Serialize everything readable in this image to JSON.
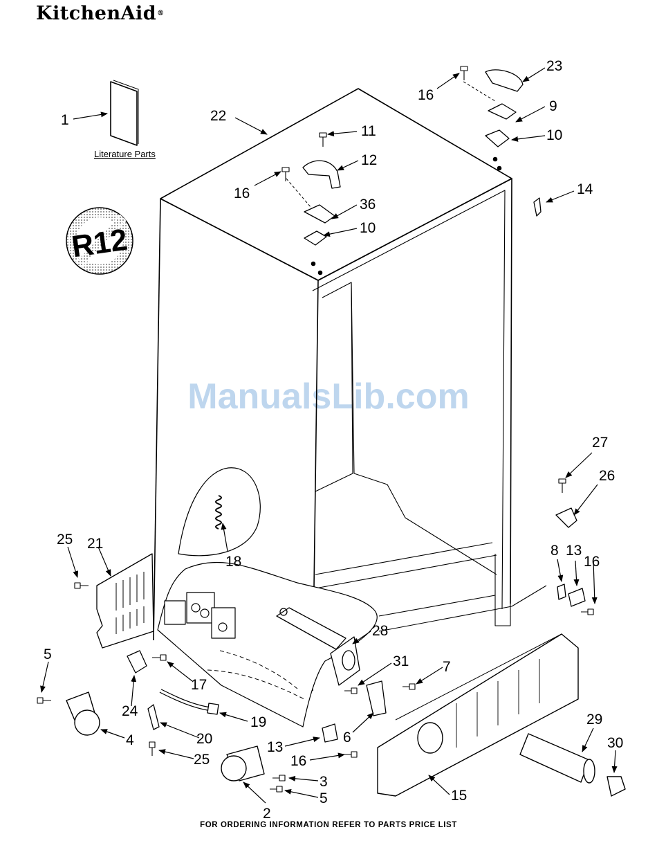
{
  "brand": {
    "name": "KitchenAid",
    "mark": "®"
  },
  "watermark": "ManualsLib.com",
  "literature_label": "Literature Parts",
  "r12_badge": "R12",
  "footer": "FOR ORDERING INFORMATION REFER TO PARTS PRICE LIST",
  "callouts": [
    {
      "id": "lit",
      "label": "1"
    },
    {
      "id": "cab",
      "label": "22"
    },
    {
      "id": "s11",
      "label": "11"
    },
    {
      "id": "c12",
      "label": "12"
    },
    {
      "id": "s16a",
      "label": "16"
    },
    {
      "id": "h36",
      "label": "36"
    },
    {
      "id": "p10a",
      "label": "10"
    },
    {
      "id": "s16b",
      "label": "16"
    },
    {
      "id": "c23",
      "label": "23"
    },
    {
      "id": "h9",
      "label": "9"
    },
    {
      "id": "p10b",
      "label": "10"
    },
    {
      "id": "c14",
      "label": "14"
    },
    {
      "id": "c27",
      "label": "27"
    },
    {
      "id": "c26",
      "label": "26"
    },
    {
      "id": "c8",
      "label": "8"
    },
    {
      "id": "c13a",
      "label": "13"
    },
    {
      "id": "s16c",
      "label": "16"
    },
    {
      "id": "c25a",
      "label": "25"
    },
    {
      "id": "c21",
      "label": "21"
    },
    {
      "id": "c18",
      "label": "18"
    },
    {
      "id": "c28",
      "label": "28"
    },
    {
      "id": "c31",
      "label": "31"
    },
    {
      "id": "c7",
      "label": "7"
    },
    {
      "id": "c5a",
      "label": "5"
    },
    {
      "id": "c17",
      "label": "17"
    },
    {
      "id": "c24",
      "label": "24"
    },
    {
      "id": "c4",
      "label": "4"
    },
    {
      "id": "c20",
      "label": "20"
    },
    {
      "id": "c19",
      "label": "19"
    },
    {
      "id": "c25b",
      "label": "25"
    },
    {
      "id": "c6",
      "label": "6"
    },
    {
      "id": "c13b",
      "label": "13"
    },
    {
      "id": "s16d",
      "label": "16"
    },
    {
      "id": "c3",
      "label": "3"
    },
    {
      "id": "c5b",
      "label": "5"
    },
    {
      "id": "c2",
      "label": "2"
    },
    {
      "id": "c15",
      "label": "15"
    },
    {
      "id": "c29",
      "label": "29"
    },
    {
      "id": "c30",
      "label": "30"
    }
  ]
}
